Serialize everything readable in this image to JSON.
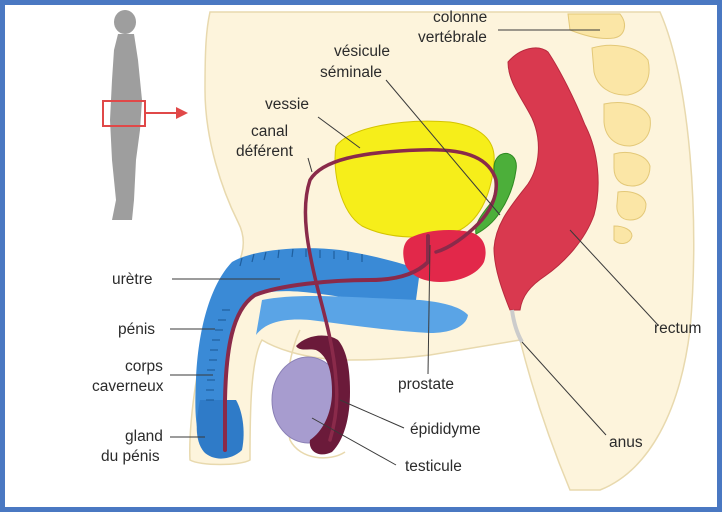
{
  "labels": {
    "colonne_line1": "colonne",
    "colonne_line2": "vertébrale",
    "vesicule_line1": "vésicule",
    "vesicule_line2": "séminale",
    "vessie": "vessie",
    "canal_line1": "canal",
    "canal_line2": "déférent",
    "uretre": "urètre",
    "penis": "pénis",
    "corps_line1": "corps",
    "corps_line2": "caverneux",
    "gland_line1": "gland",
    "gland_line2": "du pénis",
    "prostate": "prostate",
    "epididyme": "épididyme",
    "testicule": "testicule",
    "rectum": "rectum",
    "anus": "anus"
  },
  "colors": {
    "border": "#4a78c2",
    "skin": "#fdf4dc",
    "skin_outline": "#e8d9ae",
    "vertebra": "#fbe6a6",
    "rectum": "#d9394f",
    "bladder": "#f6ee1a",
    "seminal_vesicle": "#4caf3a",
    "prostate": "#e2284a",
    "penis": "#3a8ad6",
    "urethra": "#8a2a4a",
    "epididymis": "#6b1a3a",
    "testicle": "#a79ccf",
    "silhouette": "#9e9e9e",
    "indicator": "#e04848"
  }
}
